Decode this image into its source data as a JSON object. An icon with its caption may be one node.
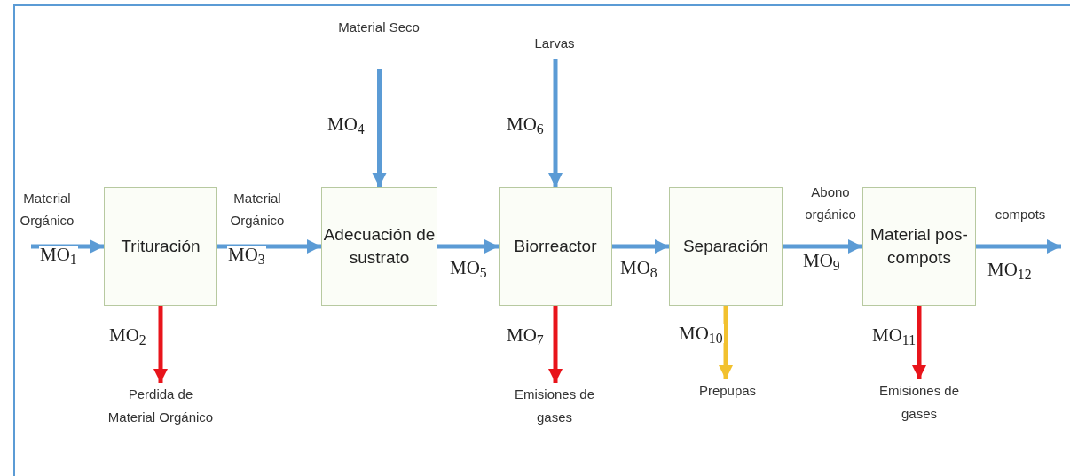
{
  "diagram": {
    "nodes": [
      {
        "text": [
          "Trituración"
        ]
      },
      {
        "text": [
          "Adecuación de sustrato"
        ]
      },
      {
        "text": [
          "Biorreactor"
        ]
      },
      {
        "text": [
          "Separación"
        ]
      },
      {
        "text": [
          "Material pos-compots"
        ]
      },
      {
        "text": [
          "Material Seco"
        ]
      },
      {
        "text": [
          "Larvas"
        ]
      },
      {
        "text": [
          "Perdida de Material Orgánico"
        ]
      },
      {
        "text": [
          "Emisiones de gases"
        ]
      },
      {
        "text": [
          "Prepupas"
        ]
      },
      {
        "text": [
          "Emisiones de gases"
        ]
      }
    ],
    "edges": [
      {
        "from": null,
        "to": 0,
        "arrow": "to",
        "label": "MO$_{1}$"
      },
      {
        "from": 0,
        "to": 7,
        "arrow": "to",
        "label": "MO$_{2}$",
        "color": "#e8141b"
      },
      {
        "from": 0,
        "to": 1,
        "arrow": "to",
        "label": "MO$_{3}$"
      },
      {
        "from": 5,
        "to": 1,
        "arrow": "to",
        "label": "MO$_{4}$"
      },
      {
        "from": 1,
        "to": 2,
        "arrow": "to",
        "label": "MO$_{5}$"
      },
      {
        "from": 6,
        "to": 2,
        "arrow": "to",
        "label": "MO$_{6}$"
      },
      {
        "from": 2,
        "to": 8,
        "arrow": "to",
        "label": "MO$_{7}$",
        "color": "#e8141b"
      },
      {
        "from": 2,
        "to": 3,
        "arrow": "to",
        "label": "MO$_{8}$"
      },
      {
        "from": 3,
        "to": 9,
        "arrow": "to",
        "label": "MO$_{10}$",
        "color": "#f2c12e"
      },
      {
        "from": 3,
        "to": 4,
        "arrow": "to",
        "label": "MO$_{9}$"
      },
      {
        "from": 4,
        "to": 10,
        "arrow": "to",
        "label": "MO$_{11}$",
        "color": "#e8141b"
      },
      {
        "from": 4,
        "to": null,
        "arrow": "to",
        "label": "MO$_{12}$"
      }
    ],
    "labels": [
      "Material Orgánico",
      "Material Orgánico",
      "Abono orgánico",
      "compots"
    ]
  }
}
